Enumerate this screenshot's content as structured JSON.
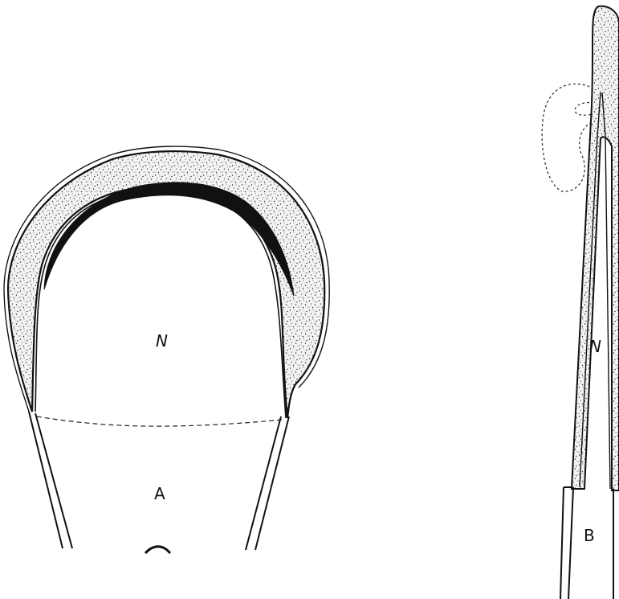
{
  "labels": {
    "left_nucleus": "N",
    "left_apical": "A",
    "right_nucleus": "N",
    "right_basal": "B"
  }
}
